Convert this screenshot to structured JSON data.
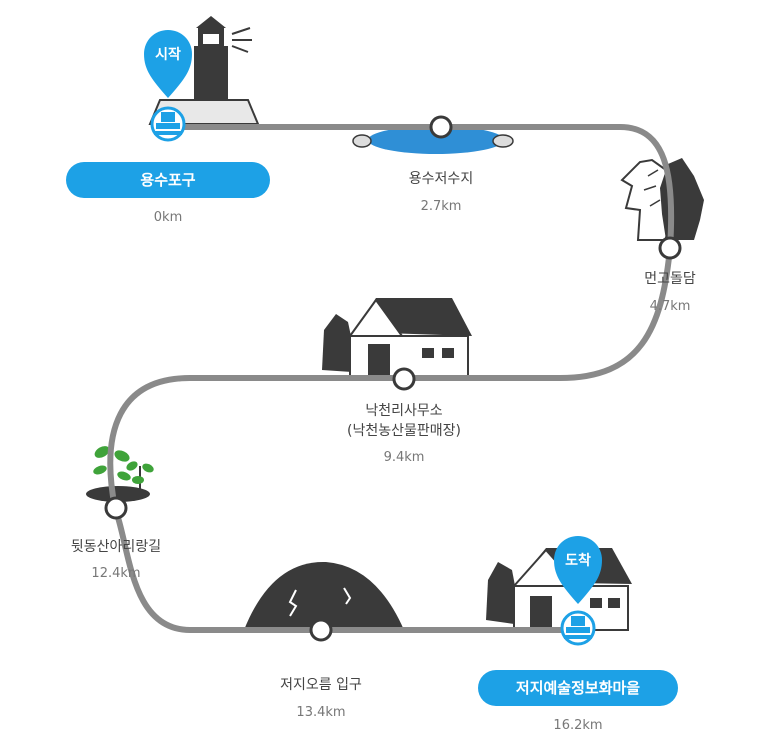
{
  "course": {
    "start_marker": "시작",
    "end_marker": "도착",
    "stops": [
      {
        "name": "용수포구",
        "distance": "0km",
        "highlight": true
      },
      {
        "name": "용수저수지",
        "distance": "2.7km",
        "highlight": false
      },
      {
        "name": "먼고돌담",
        "distance": "4.7km",
        "highlight": false
      },
      {
        "name": "낙천리사무소",
        "name_sub": "(낙천농산물판매장)",
        "distance": "9.4km",
        "highlight": false
      },
      {
        "name": "뒷동산아리랑길",
        "distance": "12.4km",
        "highlight": false
      },
      {
        "name": "저지오름 입구",
        "distance": "13.4km",
        "highlight": false
      },
      {
        "name": "저지예술정보화마을",
        "distance": "16.2km",
        "highlight": true
      }
    ]
  },
  "colors": {
    "accent": "#1da1e6",
    "path": "#8a8a8a",
    "ink": "#3a3a3a",
    "water": "#2f8fd6",
    "plant": "#3fa33a"
  }
}
